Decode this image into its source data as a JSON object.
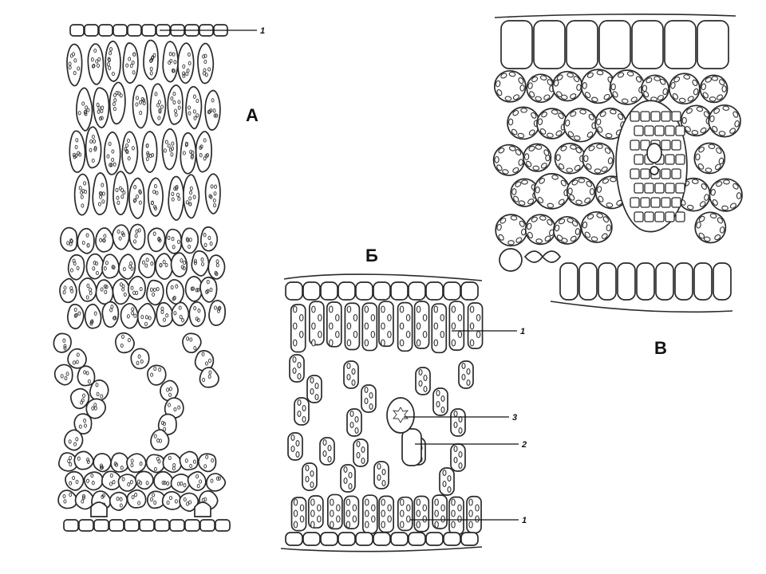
{
  "panels": {
    "a": {
      "letter": "А",
      "callouts": [
        {
          "number": "1",
          "target": "epidermis-top"
        }
      ]
    },
    "b": {
      "letter": "Б",
      "callouts": [
        {
          "number": "1",
          "target": "palisade-upper"
        },
        {
          "number": "3",
          "target": "druse-crystal"
        },
        {
          "number": "2",
          "target": "spongy-cell"
        },
        {
          "number": "1",
          "target": "palisade-lower"
        }
      ]
    },
    "v": {
      "letter": "В",
      "callouts": []
    }
  },
  "colors": {
    "line": "#2a2a2a",
    "background": "#ffffff"
  }
}
